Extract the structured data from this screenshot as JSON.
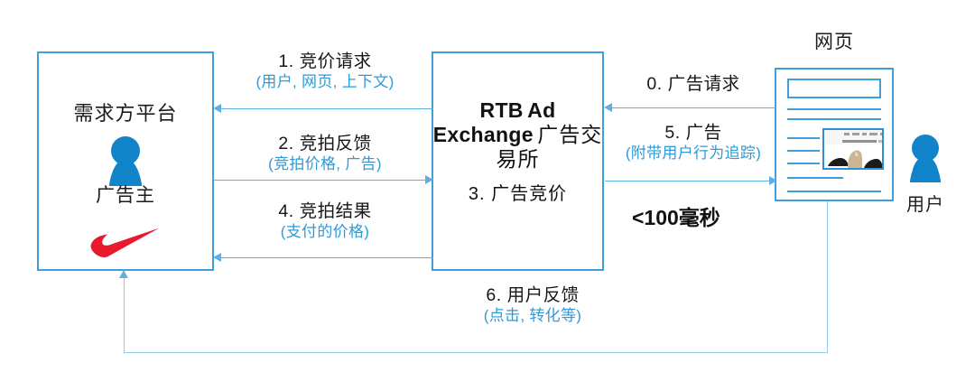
{
  "diagram": {
    "title_hidden": "RTB Programmatic Advertising Flow",
    "colors": {
      "box_border": "#3f9fdc",
      "arrow": "#5fb0e0",
      "sub_label_text": "#2e9bd8",
      "main_label_text": "#171717",
      "person_fill": "#1184c9",
      "nike_red": "#e8192c"
    }
  },
  "nodes": {
    "dsp": {
      "title": "需求方平台",
      "subtitle": "广告主",
      "person_icon": "person-icon",
      "brand_logo": "nike-swoosh-logo"
    },
    "rtb": {
      "line1": "RTB",
      "line2": "Ad Exchange",
      "line3": "广告交易所",
      "line4": "3. 广告竞价"
    },
    "webpage": {
      "title": "网页",
      "ad_image_alt": "sneaker-ad-banner"
    },
    "user": {
      "label": "用户",
      "person_icon": "person-icon"
    }
  },
  "flows": [
    {
      "id": "step1",
      "main": "1. 竞价请求",
      "sub": "(用户, 网页, 上下文)",
      "direction": "right-to-left"
    },
    {
      "id": "step2",
      "main": "2. 竞拍反馈",
      "sub": "(竞拍价格, 广告)",
      "direction": "left-to-right"
    },
    {
      "id": "step4",
      "main": "4. 竞拍结果",
      "sub": "(支付的价格)",
      "direction": "right-to-left"
    },
    {
      "id": "step0",
      "main": "0. 广告请求",
      "sub": "",
      "direction": "right-to-left"
    },
    {
      "id": "step5",
      "main": "5. 广告",
      "sub": "(附带用户行为追踪)",
      "direction": "left-to-right"
    },
    {
      "id": "step6",
      "main": "6. 用户反馈",
      "sub": "(点击, 转化等)",
      "direction": "right-to-left"
    }
  ],
  "annotations": {
    "latency": "<100毫秒"
  }
}
